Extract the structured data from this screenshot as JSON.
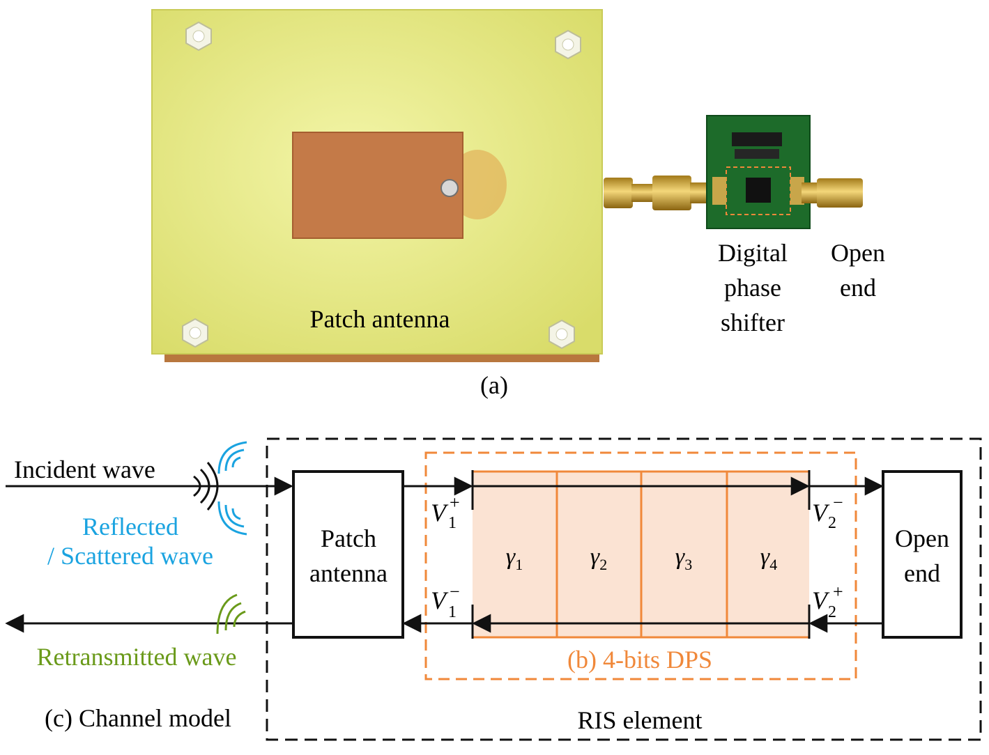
{
  "photo": {
    "patch_antenna_label": "Patch antenna",
    "phase_shifter_label": [
      "Digital",
      "phase",
      "shifter"
    ],
    "open_end_label": [
      "Open",
      "end"
    ],
    "caption": "(a)"
  },
  "diagram": {
    "incident_label": "Incident wave",
    "reflected_label": [
      "Reflected",
      "/ Scattered wave"
    ],
    "retransmitted_label": "Retransmitted wave",
    "channel_caption": "(c) Channel model",
    "ris_caption": "RIS element",
    "patch_block": [
      "Patch",
      "antenna"
    ],
    "open_block": [
      "Open",
      "end"
    ],
    "dps_caption": "(b) 4-bits DPS",
    "gammas": [
      "γ",
      "γ",
      "γ",
      "γ"
    ],
    "gamma_subs": [
      "1",
      "2",
      "3",
      "4"
    ],
    "ports": {
      "v1p": {
        "base": "V",
        "sub": "1",
        "sup": "+"
      },
      "v1m": {
        "base": "V",
        "sub": "1",
        "sup": "−"
      },
      "v2m": {
        "base": "V",
        "sub": "2",
        "sup": "−"
      },
      "v2p": {
        "base": "V",
        "sub": "2",
        "sup": "+"
      }
    },
    "colors": {
      "reflected": "#1aa3e0",
      "retransmitted": "#6a9a1a",
      "dps": "#f0883a",
      "dps_fill": "#fbe3d3",
      "board": "#e8ea8a",
      "copper": "#c7753f",
      "pcb": "#1d6b2a"
    }
  }
}
